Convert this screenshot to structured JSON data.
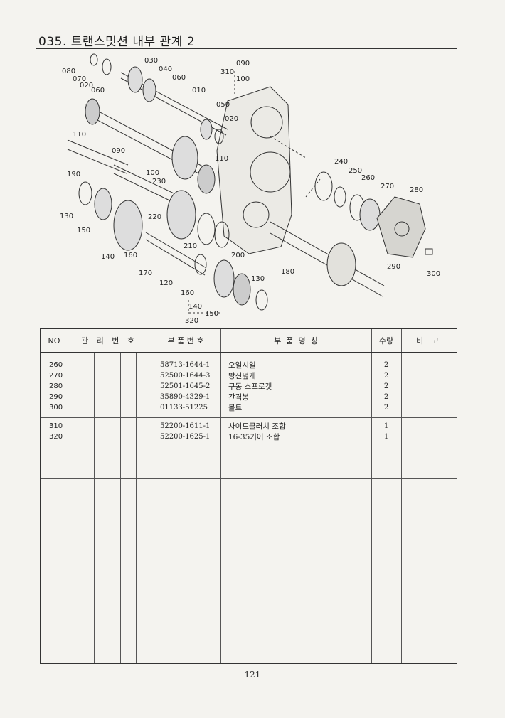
{
  "page": {
    "title": "035. 트랜스밋션 내부 관계 2",
    "page_number": "-121-"
  },
  "diagram": {
    "callouts": [
      "080",
      "070",
      "020",
      "060",
      "030",
      "040",
      "060",
      "010",
      "310",
      "090",
      "100",
      "050",
      "020",
      "110",
      "090",
      "110",
      "190",
      "100",
      "230",
      "240",
      "250",
      "260",
      "270",
      "280",
      "130",
      "150",
      "220",
      "210",
      "200",
      "140",
      "160",
      "170",
      "120",
      "180",
      "290",
      "300",
      "160",
      "130",
      "140",
      "150",
      "320"
    ]
  },
  "table": {
    "headers": {
      "no": "NO",
      "mgmt": "관 리 번 호",
      "part_no": "부 품 번 호",
      "part_name": "부  품  명  칭",
      "qty": "수량",
      "remarks": "비 고"
    },
    "group1": [
      {
        "no": "260",
        "part_no": "58713-1644-1",
        "name": "오일시일",
        "qty": "2"
      },
      {
        "no": "270",
        "part_no": "52500-1644-3",
        "name": "방진덮개",
        "qty": "2"
      },
      {
        "no": "280",
        "part_no": "52501-1645-2",
        "name": "구동 스프로켓",
        "qty": "2"
      },
      {
        "no": "290",
        "part_no": "35890-4329-1",
        "name": "간격봉",
        "qty": "2"
      },
      {
        "no": "300",
        "part_no": "01133-51225",
        "name": "볼트",
        "qty": "2"
      }
    ],
    "group2": [
      {
        "no": "310",
        "part_no": "52200-1611-1",
        "name": "사이드클러치 조합",
        "qty": "1"
      },
      {
        "no": "320",
        "part_no": "52200-1625-1",
        "name": "16-35기어 조합",
        "qty": "1"
      }
    ]
  }
}
